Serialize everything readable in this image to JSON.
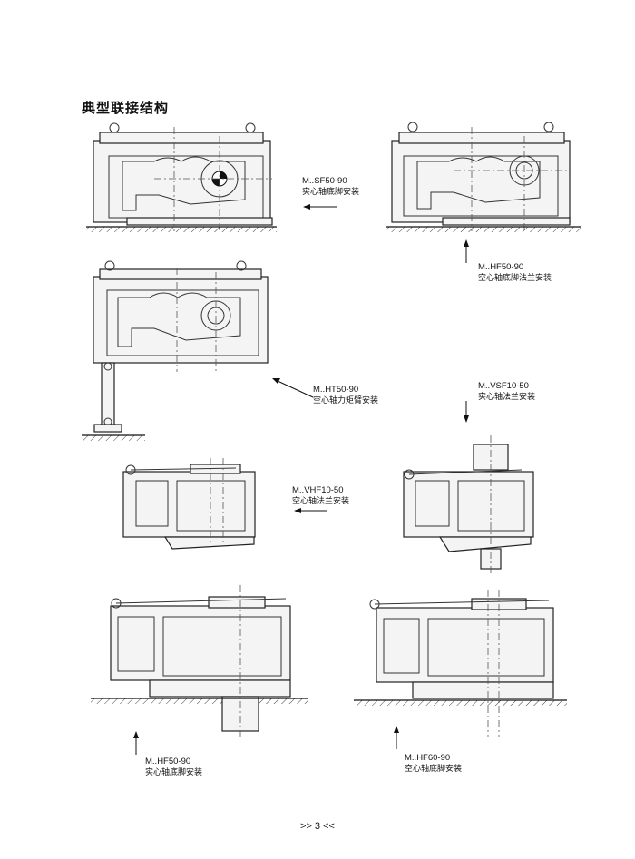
{
  "page_title": "典型联接结构",
  "labels": {
    "sf": {
      "code": "M..SF50-90",
      "desc": "实心轴底脚安装"
    },
    "hf_top": {
      "code": "M..HF50-90",
      "desc": "空心轴底脚法兰安装"
    },
    "ht": {
      "code": "M..HT50-90",
      "desc": "空心轴力矩臂安装"
    },
    "vsf": {
      "code": "M..VSF10-50",
      "desc": "实心轴法兰安装"
    },
    "vhf": {
      "code": "M..VHF10-50",
      "desc": "空心轴法兰安装"
    },
    "hf_bottom_left": {
      "code": "M..HF50-90",
      "desc": "实心轴底脚安装"
    },
    "hf_bottom_right": {
      "code": "M..HF60-90",
      "desc": "空心轴底脚安装"
    }
  },
  "page_number": ">> 3 <<"
}
